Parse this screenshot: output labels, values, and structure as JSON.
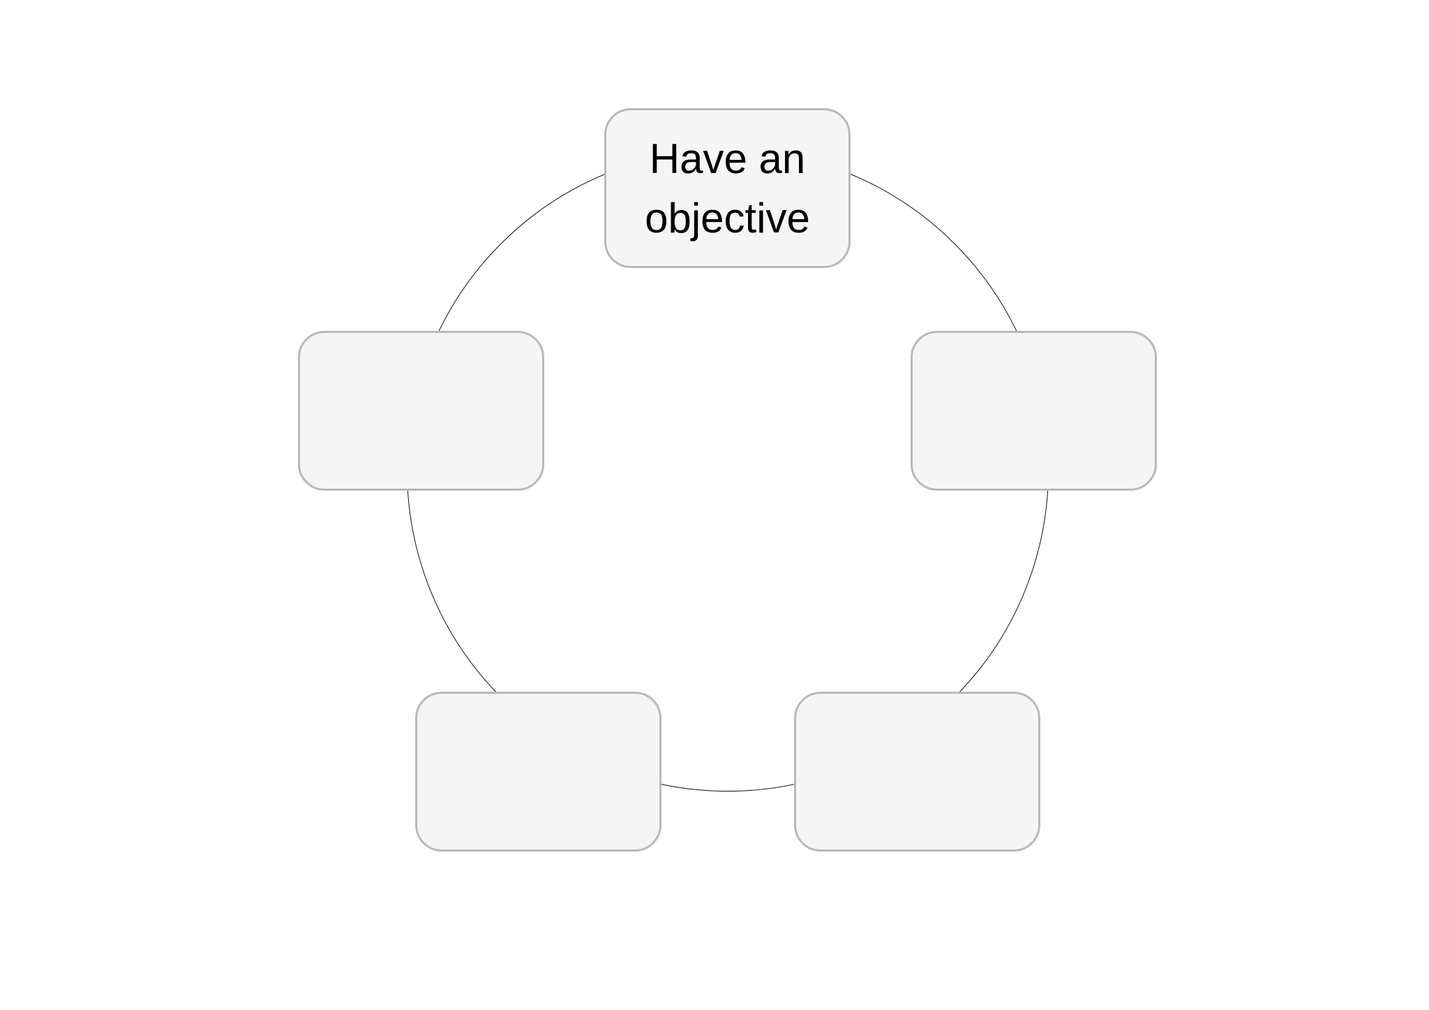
{
  "diagram": {
    "type": "cycle",
    "nodes": [
      {
        "id": "top",
        "label": "Have an\nobjective"
      },
      {
        "id": "right",
        "label": ""
      },
      {
        "id": "bottom-right",
        "label": ""
      },
      {
        "id": "bottom-left",
        "label": ""
      },
      {
        "id": "left",
        "label": ""
      }
    ]
  }
}
